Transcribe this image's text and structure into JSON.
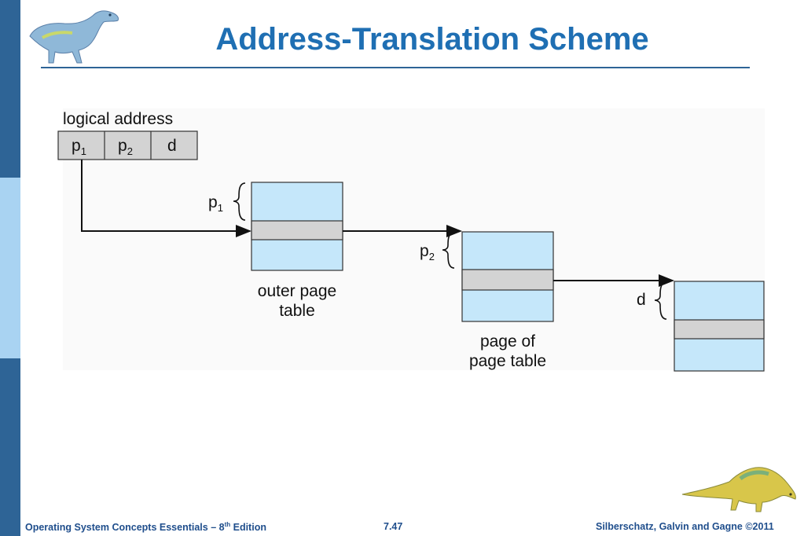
{
  "slide": {
    "title": "Address-Translation Scheme",
    "colors": {
      "sidebar_dark": "#2e6496",
      "sidebar_light": "#a9d3f2",
      "title": "#1f6fb3",
      "table_fill": "#c5e7fa",
      "entry_fill": "#d3d3d3"
    }
  },
  "diagram": {
    "logical_address_label": "logical address",
    "field_p_prefix": "p",
    "field_p1_sub": "1",
    "field_p2_sub": "2",
    "field_d": "d",
    "outer_table_label_1": "outer page",
    "outer_table_label_2": "table",
    "page_of_page_table_label_1": "page of",
    "page_of_page_table_label_2": "page table",
    "brace_d": "d"
  },
  "footer": {
    "left_prefix": "Operating System Concepts Essentials – 8",
    "left_sup": "th",
    "left_suffix": " Edition",
    "page_number": "7.47",
    "right": "Silberschatz, Galvin and Gagne ©2011"
  },
  "icons": {
    "top_logo": "dinosaur-icon",
    "bottom_logo": "dinosaur-icon"
  }
}
